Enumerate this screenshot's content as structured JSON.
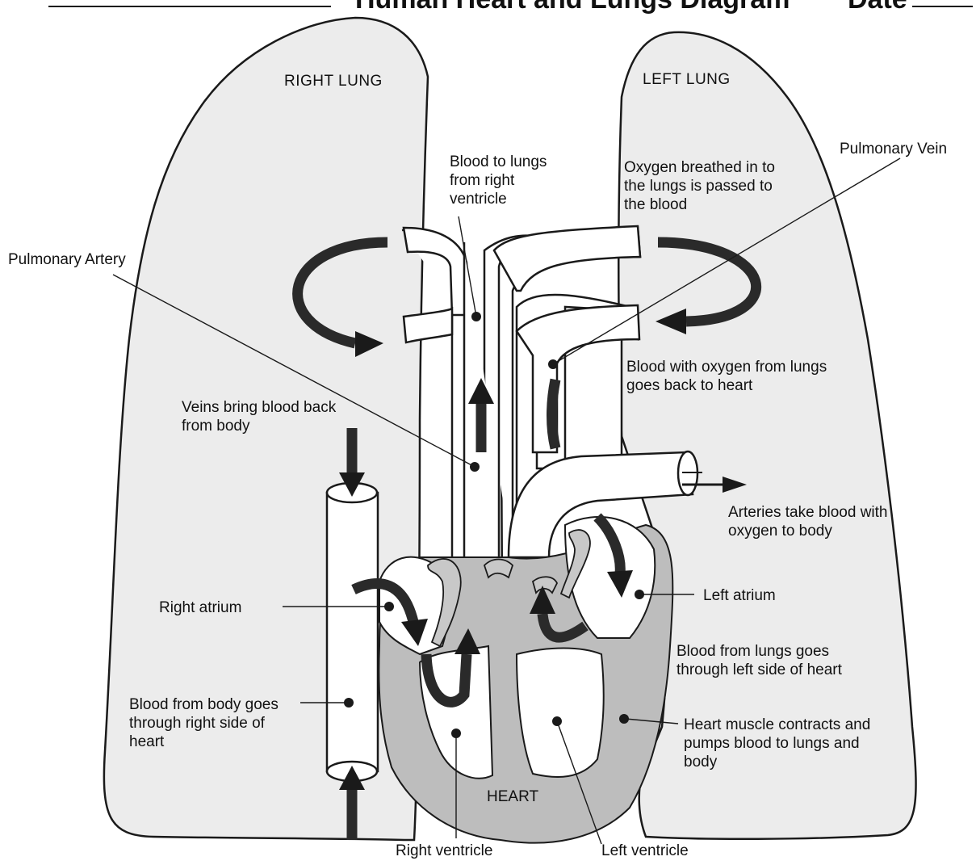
{
  "header": {
    "title_partial": "Human Heart and Lungs Diagram",
    "date_label": "Date"
  },
  "labels": {
    "right_lung": "RIGHT LUNG",
    "left_lung": "LEFT LUNG",
    "heart": "HEART",
    "pulmonary_artery": "Pulmonary Artery",
    "pulmonary_vein": "Pulmonary Vein",
    "blood_to_lungs": [
      "Blood to lungs",
      "from right",
      "ventricle"
    ],
    "oxygen_breathed": [
      "Oxygen breathed in to",
      "the lungs is passed to",
      "the blood"
    ],
    "blood_with_oxygen": [
      "Blood with oxygen from lungs",
      "goes back to heart"
    ],
    "veins_bring": [
      "Veins bring blood back",
      "from body"
    ],
    "arteries_take": [
      "Arteries take blood with",
      "oxygen to body"
    ],
    "right_atrium": "Right atrium",
    "left_atrium": "Left atrium",
    "blood_from_lungs_left": [
      "Blood from lungs goes",
      "through left side of heart"
    ],
    "blood_from_body_right": [
      "Blood from body goes",
      "through right side of",
      "heart"
    ],
    "heart_muscle": [
      "Heart muscle contracts and",
      "pumps blood to lungs and",
      "body"
    ],
    "right_ventricle": "Right ventricle",
    "left_ventricle": "Left ventricle"
  }
}
